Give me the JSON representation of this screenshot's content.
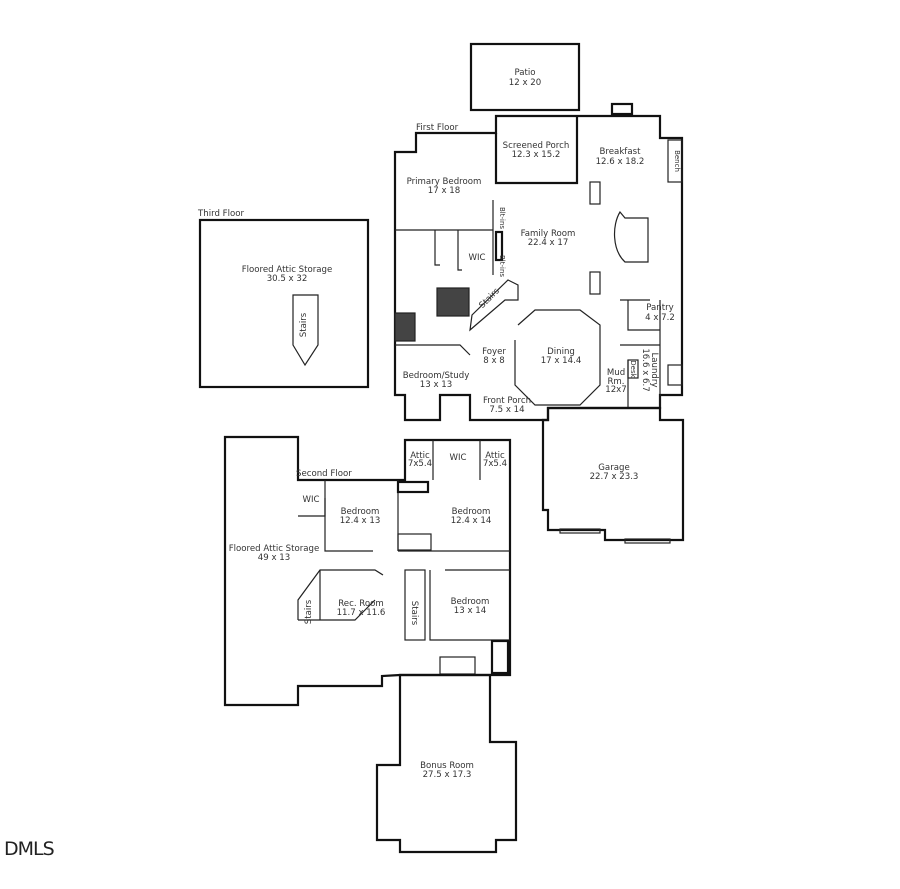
{
  "floors": {
    "first": "First Floor",
    "second": "Second Floor",
    "third": "Third Floor"
  },
  "rooms": {
    "patio": {
      "name": "Patio",
      "dims": "12 x 20"
    },
    "screened_porch": {
      "name": "Screened Porch",
      "dims": "12.3 x 15.2"
    },
    "breakfast": {
      "name": "Breakfast",
      "dims": "12.6 x 18.2"
    },
    "bench": {
      "name": "Bench"
    },
    "primary_bedroom": {
      "name": "Primary Bedroom",
      "dims": "17 x 18"
    },
    "family_room": {
      "name": "Family Room",
      "dims": "22.4 x 17"
    },
    "wic_first": {
      "name": "WIC"
    },
    "builtins_top": {
      "name": "Blt-ins"
    },
    "builtins_bottom": {
      "name": "Blt-ins"
    },
    "stairs_first": {
      "name": "Stairs"
    },
    "pantry": {
      "name": "Pantry",
      "dims": "4 x 7.2"
    },
    "foyer": {
      "name": "Foyer",
      "dims": "8 x 8"
    },
    "dining": {
      "name": "Dining",
      "dims": "17 x 14.4"
    },
    "mud_room": {
      "name": "Mud",
      "name2": "Rm.",
      "dims": "12x7"
    },
    "desk": {
      "name": "Desk"
    },
    "laundry": {
      "name": "Laundry",
      "dims": "16.6 x 6.7"
    },
    "bedroom_study": {
      "name": "Bedroom/Study",
      "dims": "13 x 13"
    },
    "front_porch": {
      "name": "Front Porch",
      "dims": "7.5 x 14"
    },
    "garage": {
      "name": "Garage",
      "dims": "22.7 x 23.3"
    },
    "third_attic": {
      "name": "Floored Attic Storage",
      "dims": "30.5 x 32"
    },
    "stairs_third": {
      "name": "Stairs"
    },
    "attic_left": {
      "name": "Attic",
      "dims": "7x5.4"
    },
    "wic_second_top": {
      "name": "WIC"
    },
    "attic_right": {
      "name": "Attic",
      "dims": "7x5.4"
    },
    "wic_second_left": {
      "name": "WIC"
    },
    "bedroom_2a": {
      "name": "Bedroom",
      "dims": "12.4 x 13"
    },
    "bedroom_2b": {
      "name": "Bedroom",
      "dims": "12.4 x 14"
    },
    "second_attic": {
      "name": "Floored Attic Storage",
      "dims": "49 x 13"
    },
    "stairs_rec": {
      "name": "Stairs"
    },
    "rec_room": {
      "name": "Rec. Room",
      "dims": "11.7 x 11.6"
    },
    "stairs_second": {
      "name": "Stairs"
    },
    "bedroom_2c": {
      "name": "Bedroom",
      "dims": "13 x 14"
    },
    "bonus_room": {
      "name": "Bonus Room",
      "dims": "27.5 x 17.3"
    }
  },
  "logo": "DMLS"
}
